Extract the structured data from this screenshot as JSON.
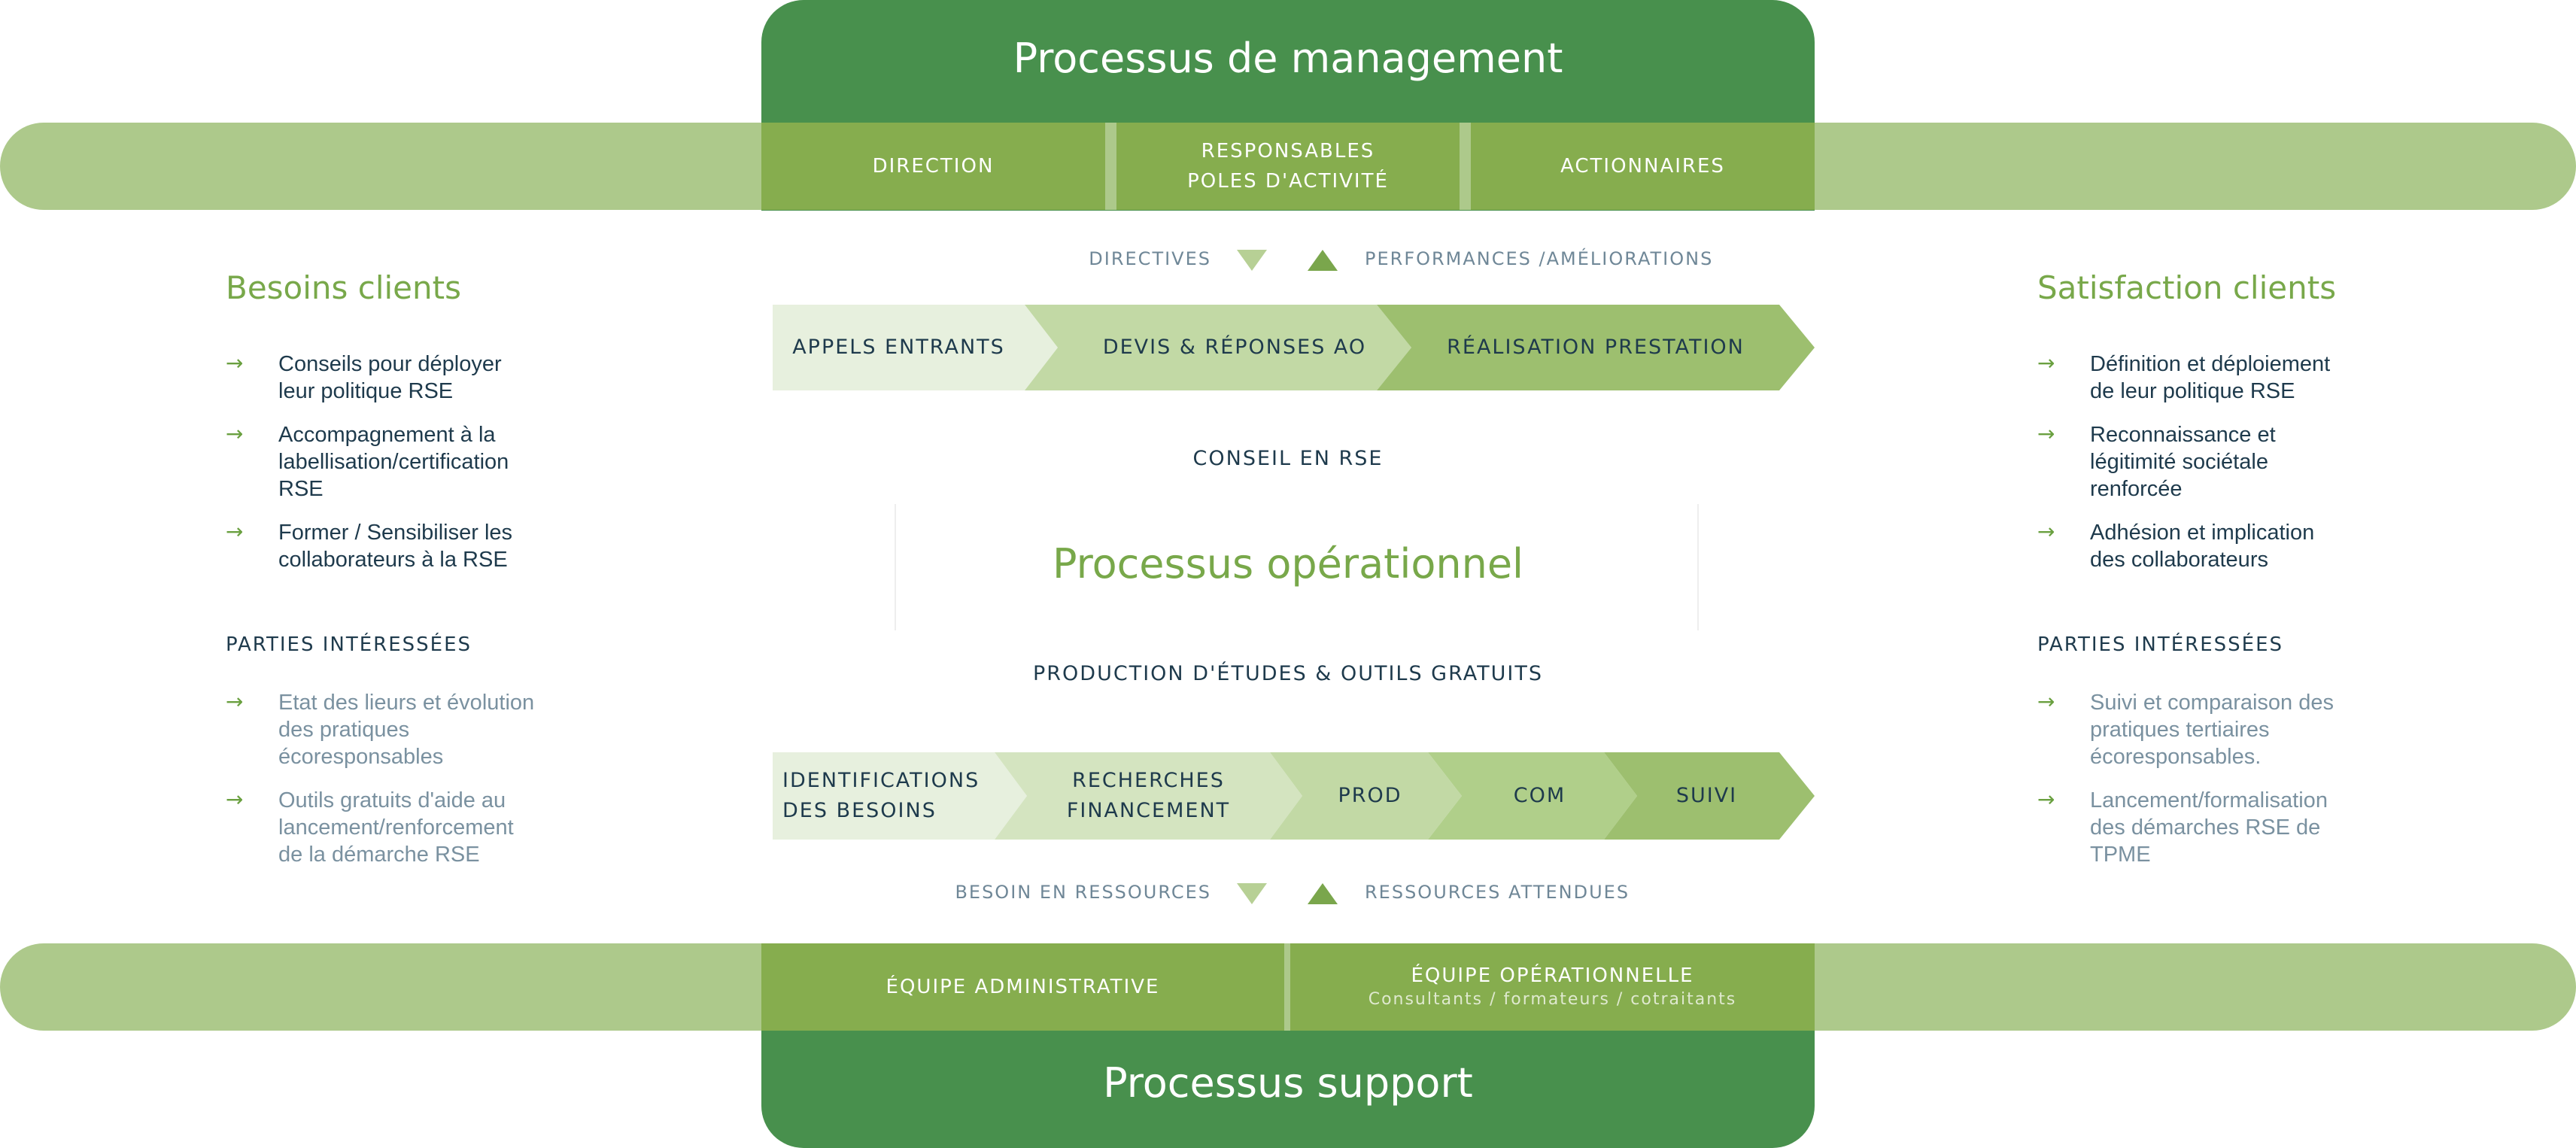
{
  "management": {
    "title": "Processus de management",
    "cells": [
      "DIRECTION",
      "RESPONSABLES\nPOLES D'ACTIVITÉ",
      "ACTIONNAIRES"
    ],
    "flows": {
      "down": "DIRECTIVES",
      "up": "PERFORMANCES /AMÉLIORATIONS"
    }
  },
  "upper_chevrons": [
    "APPELS ENTRANTS",
    "DEVIS & RÉPONSES AO",
    "RÉALISATION PRESTATION"
  ],
  "conseil_label": "CONSEIL EN RSE",
  "operational_title": "Processus opérationnel",
  "production_label": "PRODUCTION D'ÉTUDES & OUTILS GRATUITS",
  "lower_chevrons": [
    "IDENTIFICATIONS\nDES BESOINS",
    "RECHERCHES\nFINANCEMENT",
    "PROD",
    "COM",
    "SUIVI"
  ],
  "resource_flows": {
    "down": "BESOIN EN RESSOURCES",
    "up": "RESSOURCES ATTENDUES"
  },
  "support": {
    "title": "Processus support",
    "admin": "ÉQUIPE ADMINISTRATIVE",
    "ops": "ÉQUIPE OPÉRATIONNELLE",
    "ops_sub": "Consultants / formateurs / cotraitants"
  },
  "left": {
    "title": "Besoins clients",
    "needs": [
      "Conseils pour déployer\nleur politique RSE",
      "Accompagnement à la\nlabellisation/certification\nRSE",
      "Former / Sensibiliser les\ncollaborateurs à la RSE"
    ],
    "parties_title": "PARTIES INTÉRESSÉES",
    "parties": [
      "Etat des lieurs et évolution\ndes pratiques\nécoresponsables",
      "Outils gratuits d'aide au\nlancement/renforcement\nde la démarche RSE"
    ]
  },
  "right": {
    "title": "Satisfaction clients",
    "needs": [
      "Définition et déploiement\nde leur politique RSE",
      "Reconnaissance et\nlégitimité sociétale\nrenforcée",
      "Adhésion et implication\ndes collaborateurs"
    ],
    "parties_title": "PARTIES INTÉRESSÉES",
    "parties": [
      "Suivi et comparaison des\npratiques tertiaires\nécoresponsables.",
      "Lancement/formalisation\ndes démarches RSE de\nTPME"
    ]
  },
  "arrow_glyph": "→",
  "colors": {
    "dark_green": "#48904d",
    "mid_green": "#86ad4e",
    "light_band": "#adc98b",
    "accent_title": "#78a84a",
    "text_dark": "#1e3a4c",
    "text_grey": "#7a91a0"
  }
}
